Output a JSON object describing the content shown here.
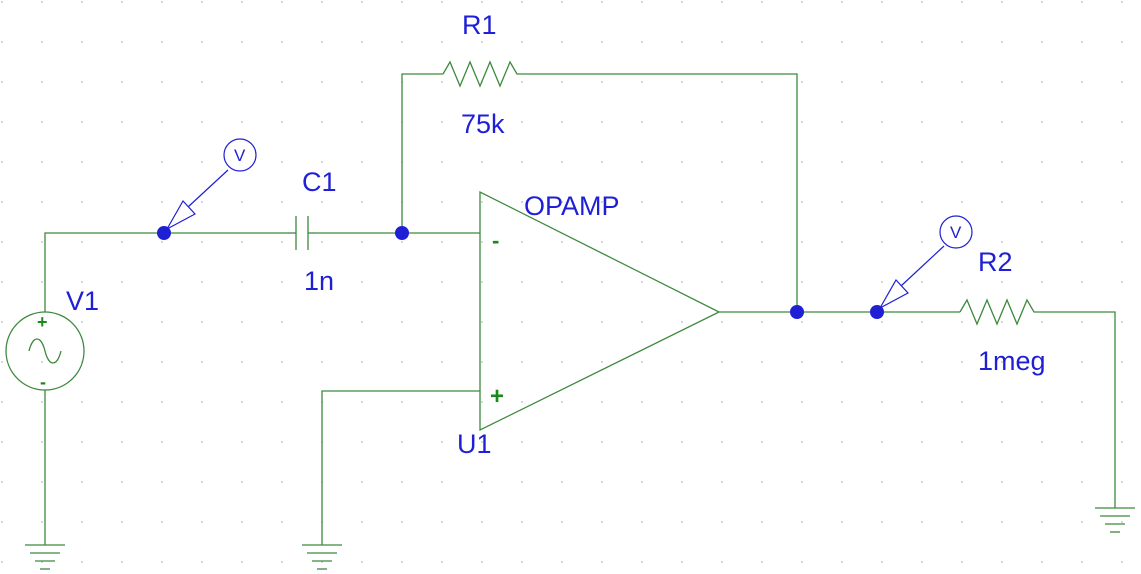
{
  "components": {
    "r1": {
      "ref": "R1",
      "value": "75k"
    },
    "r2": {
      "ref": "R2",
      "value": "1meg"
    },
    "c1": {
      "ref": "C1",
      "value": "1n"
    },
    "v1": {
      "ref": "V1",
      "plus": "+",
      "minus": "-"
    },
    "u1": {
      "ref": "U1",
      "model": "OPAMP",
      "inv": "-",
      "noninv": "+"
    }
  },
  "probes": {
    "input": {
      "label": "V"
    },
    "output": {
      "label": "V"
    }
  },
  "colors": {
    "wire": "#3d8a3d",
    "label": "#1f1fd6",
    "pin": "#1a8a1a"
  }
}
